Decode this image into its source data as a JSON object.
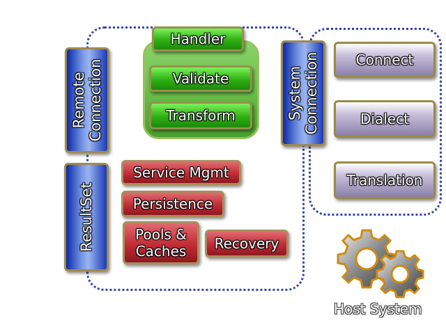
{
  "diagram": {
    "middleware": {
      "pipeline": [
        "Handler",
        "Validate",
        "Transform"
      ],
      "remote_connection": [
        "Remote",
        "Connection"
      ],
      "result_set": "ResultSet",
      "service_mgmt": "Service Mgmt",
      "persistence": "Persistence",
      "pools_caches": [
        "Pools &",
        "Caches"
      ],
      "recovery": "Recovery",
      "system_connection": [
        "System",
        "Connection"
      ]
    },
    "host": {
      "connect": "Connect",
      "dialect": "Dialect",
      "translation": "Translation",
      "caption": "Host System"
    }
  }
}
